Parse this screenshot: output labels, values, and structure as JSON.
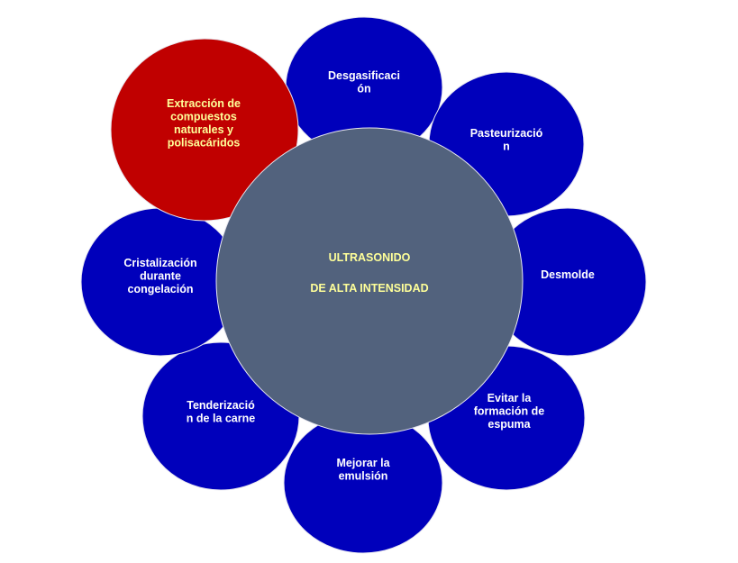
{
  "center": {
    "lines": [
      "ULTRASONIDO",
      "",
      "DE ALTA INTENSIDAD"
    ],
    "fill": "#52627d",
    "text_color": "#ffff99"
  },
  "satellite_fill": "#0000bb",
  "highlight_fill": "#c00000",
  "satellites": [
    {
      "id": "desgasificacion",
      "lines": [
        "Desgasificaci",
        "ón"
      ],
      "highlight": false
    },
    {
      "id": "pasteurizacion",
      "lines": [
        "Pasteurizació",
        "n"
      ],
      "highlight": false
    },
    {
      "id": "desmolde",
      "lines": [
        "Desmolde"
      ],
      "highlight": false
    },
    {
      "id": "evitar-espuma",
      "lines": [
        "Evitar la",
        "formación de",
        "espuma"
      ],
      "highlight": false
    },
    {
      "id": "mejorar-emulsion",
      "lines": [
        "Mejorar la",
        "emulsión"
      ],
      "highlight": false
    },
    {
      "id": "tenderizacion",
      "lines": [
        "Tenderizació",
        "n de la carne"
      ],
      "highlight": false
    },
    {
      "id": "cristalizacion",
      "lines": [
        "Cristalización",
        "durante",
        "congelación"
      ],
      "highlight": false
    },
    {
      "id": "extraccion",
      "lines": [
        "Extracción de",
        "compuestos",
        "naturales y",
        "polisacáridos"
      ],
      "highlight": true
    }
  ],
  "text_colors": {
    "normal": "#ffffff",
    "highlight": "#ffff99"
  }
}
